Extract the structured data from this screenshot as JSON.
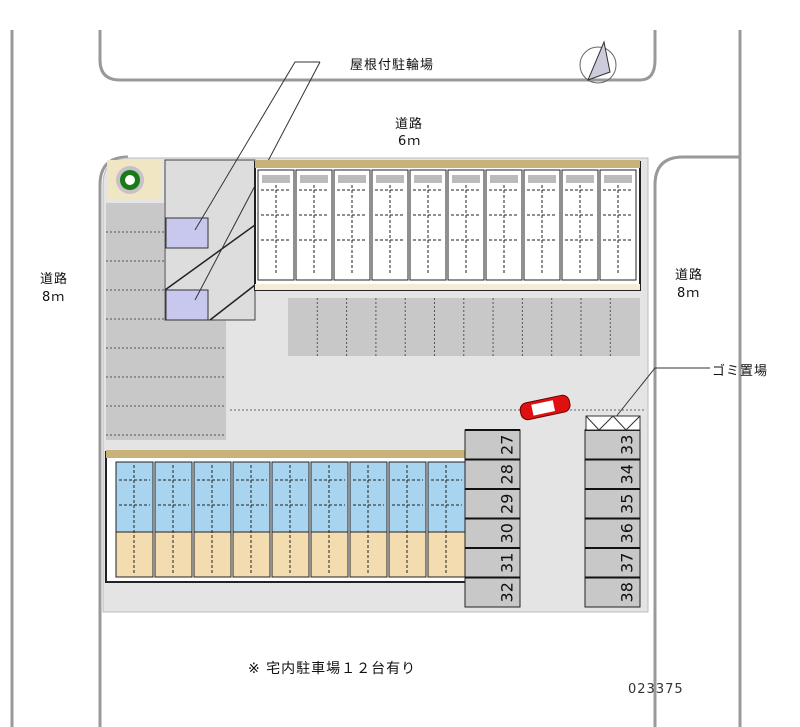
{
  "labels": {
    "bicycle_parking": "屋根付駐輪場",
    "road_top": "道路",
    "road_top_width": "6ｍ",
    "road_left": "道路",
    "road_left_width": "8ｍ",
    "road_right": "道路",
    "road_right_width": "8ｍ",
    "garbage": "ゴミ置場",
    "note": "※ 宅内駐車場１２台有り",
    "code": "023375"
  },
  "parking_left_column": [
    "27",
    "28",
    "29",
    "30",
    "31",
    "32"
  ],
  "parking_right_column": [
    "33",
    "34",
    "35",
    "36",
    "37",
    "38"
  ],
  "colors": {
    "site": "#e4e4e4",
    "slot": "#c8c8c8",
    "car": "#e01010",
    "lower_building_blue": "#a8d4f0",
    "lower_building_beige": "#f3ddb0",
    "bike_roof": "#c8c8ee"
  }
}
